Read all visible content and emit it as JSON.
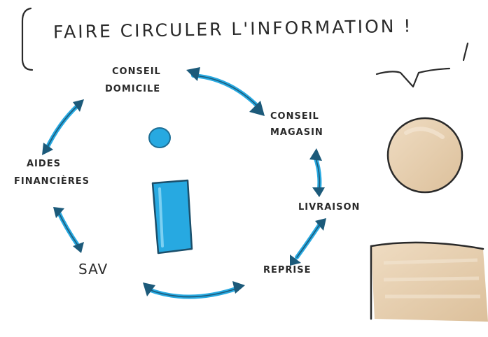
{
  "title": "FAIRE CIRCULER L'INFORMATION !",
  "nodes": {
    "conseil_domicile": {
      "line1": "CONSEIL",
      "line2": "DOMICILE"
    },
    "conseil_magasin": {
      "line1": "CONSEIL",
      "line2": "MAGASIN"
    },
    "livraison": "LIVRAISON",
    "reprise": "REPRISE",
    "sav": "SAV",
    "aides_financieres": {
      "line1": "AIDES",
      "line2": "FINANCIÈRES"
    }
  },
  "colors": {
    "ink": "#2a2a2a",
    "accent_blue": "#27a9e1",
    "skin_tone": "#e7cfae"
  },
  "icons": [
    "info-icon",
    "person-head-icon",
    "person-body-icon",
    "smiley-mouth-icon"
  ]
}
